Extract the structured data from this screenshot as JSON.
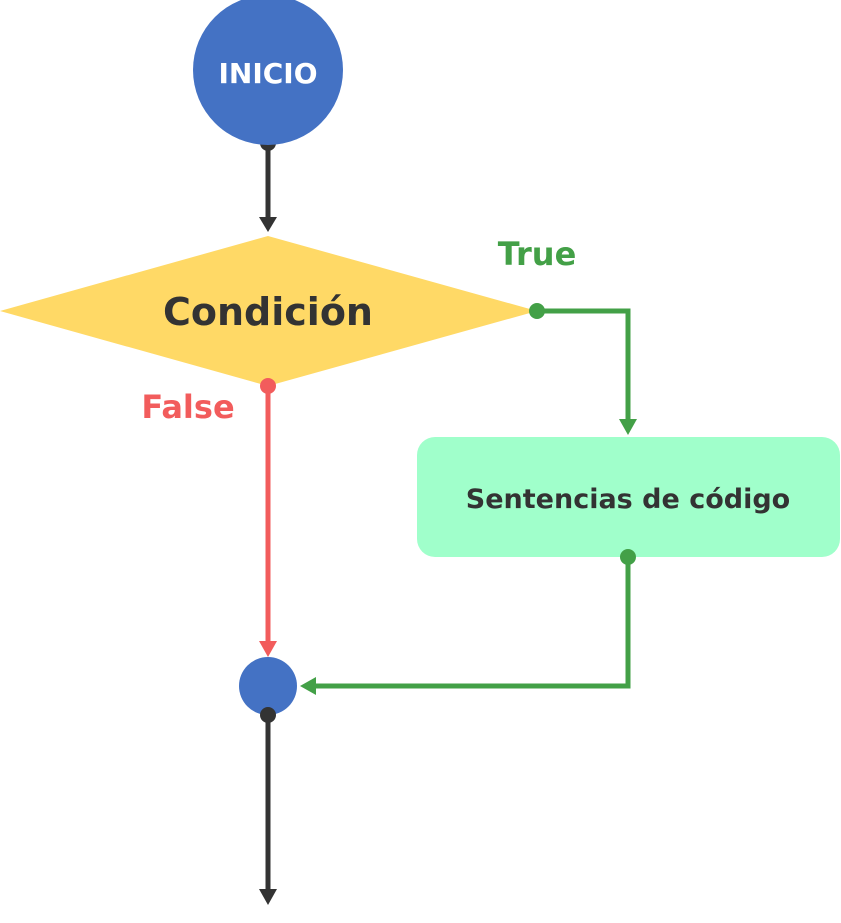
{
  "nodes": {
    "start": {
      "label": "INICIO"
    },
    "condition": {
      "label": "Condición"
    },
    "process": {
      "label": "Sentencias de código"
    }
  },
  "branches": {
    "true_label": "True",
    "false_label": "False"
  },
  "colors": {
    "start_fill": "#4472C4",
    "merge_fill": "#4472C4",
    "condition_fill": "#FFD966",
    "process_fill": "#A0FFCB",
    "true_color": "#43A047",
    "false_color": "#F25C5C",
    "flow_color": "#333333",
    "text_dark": "#333333",
    "text_light": "#ffffff"
  }
}
